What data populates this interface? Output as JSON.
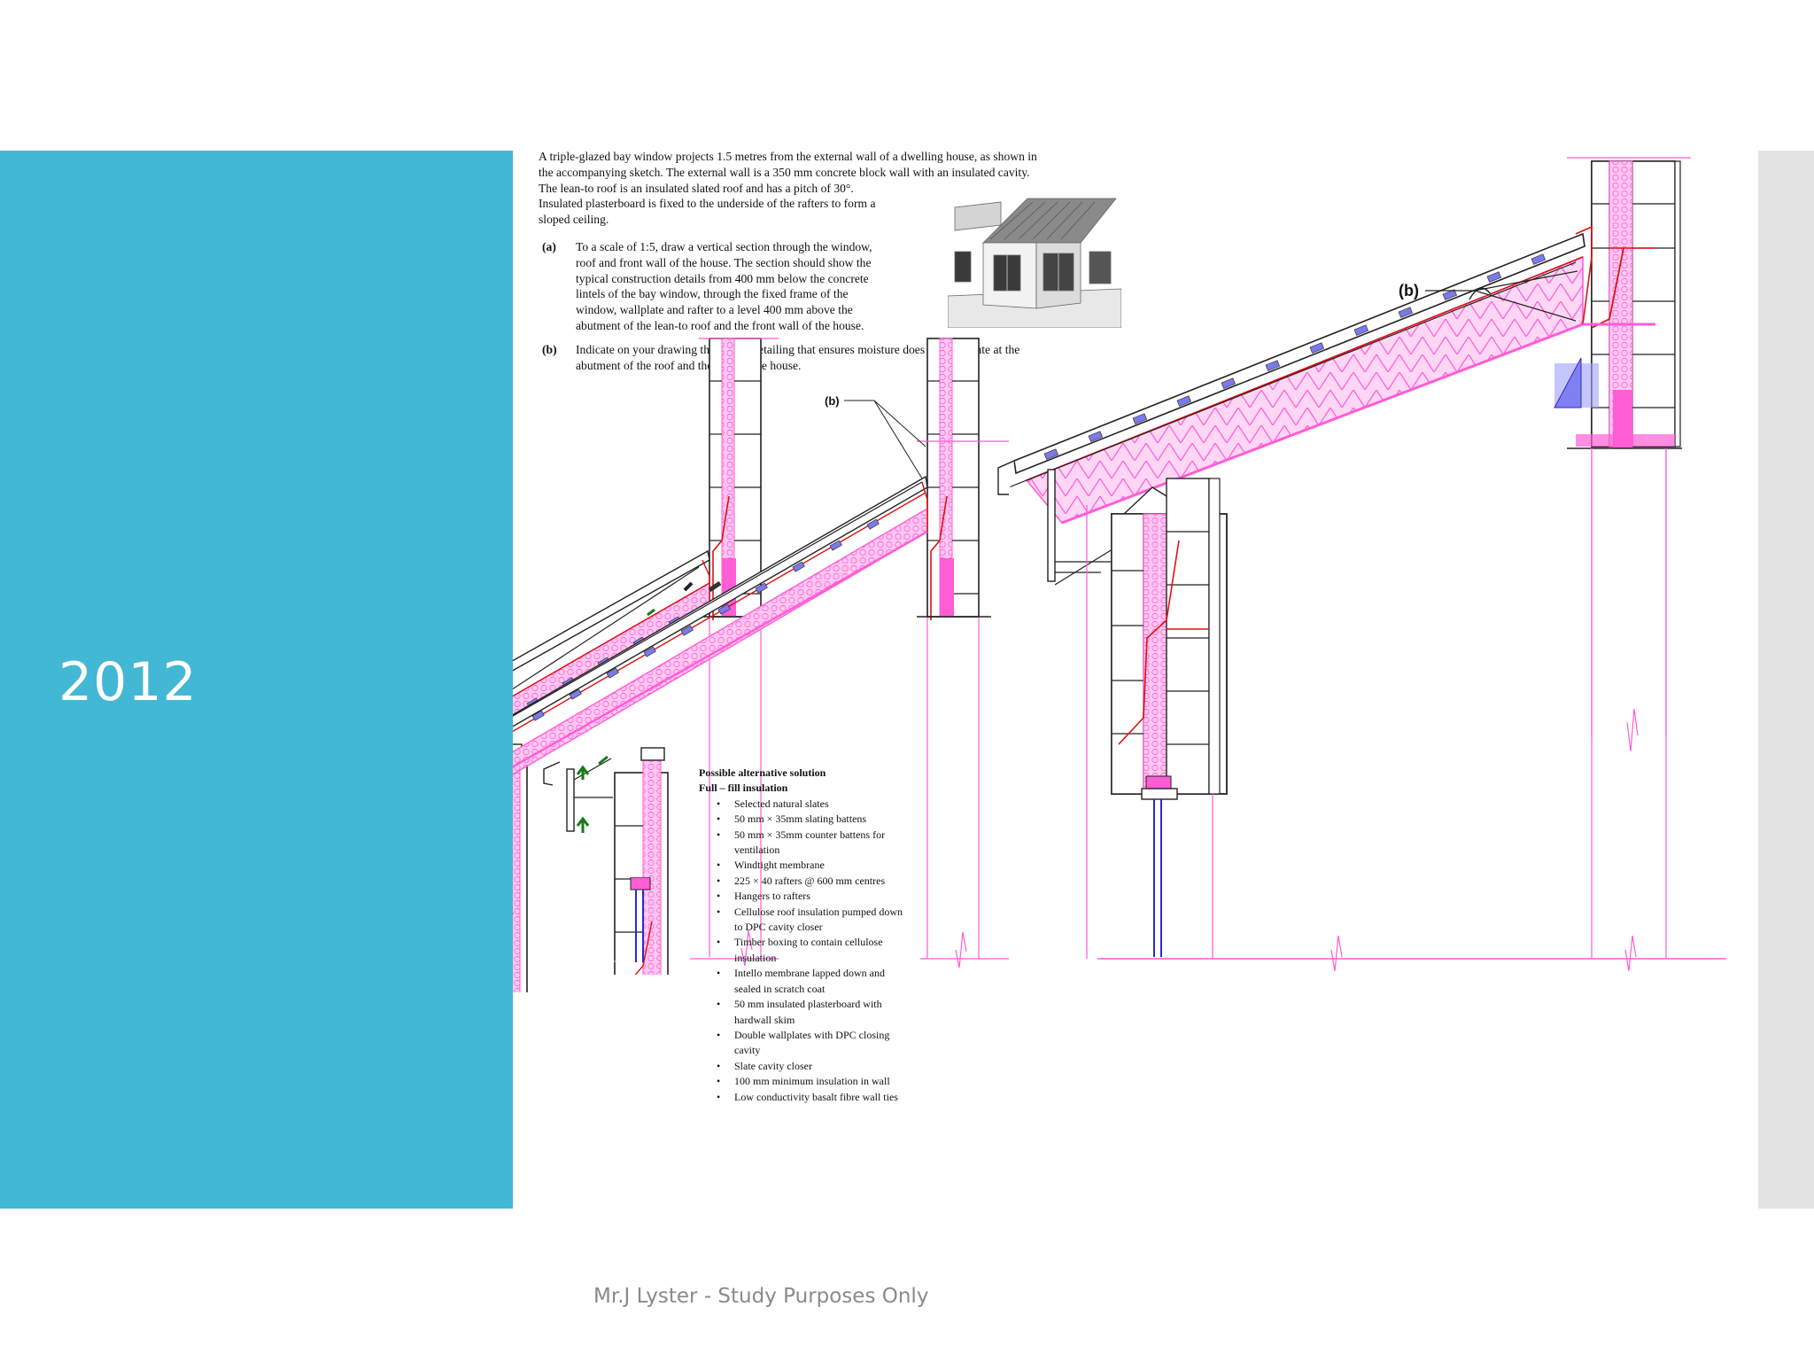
{
  "slide": {
    "year": "2012",
    "footer": "Mr.J Lyster - Study Purposes Only"
  },
  "question": {
    "intro": [
      "A triple-glazed bay window projects 1.5 metres from the external wall of a dwelling house, as shown in",
      "the accompanying sketch.  The external wall is a 350 mm concrete block wall with an insulated cavity.",
      "The lean-to roof is an insulated slated roof and has a pitch of 30°.",
      "Insulated plasterboard is fixed to the underside of the rafters to form a",
      "sloped ceiling."
    ],
    "part_a": {
      "label": "(a)",
      "lines": [
        "To a scale of 1:5, draw a vertical section through the window,",
        "roof and front wall of the house. The section should show the",
        "typical construction details from 400 mm below the concrete",
        "lintels of the bay window, through the fixed frame of the",
        "window, wallplate and rafter to a level 400 mm above the",
        "abutment of the lean-to roof and the front wall of the house."
      ]
    },
    "part_b": {
      "label": "(b)",
      "lines": [
        "Indicate on your drawing the design detailing that ensures moisture does not penetrate at the",
        "abutment of the roof and the wall of the house."
      ]
    }
  },
  "alternative": {
    "title": "Possible alternative solution",
    "subtitle": "Full – fill insulation",
    "items": [
      "Selected natural slates",
      "50 mm × 35mm slating battens",
      "50 mm × 35mm counter battens for ventilation",
      "Windtight membrane",
      "225 × 40 rafters @ 600 mm centres",
      "Hangers to rafters",
      "Cellulose roof insulation pumped down to DPC cavity closer",
      "Timber boxing to contain cellulose insulation",
      "Intello membrane lapped down and sealed in scratch coat",
      "50 mm insulated plasterboard with hardwall skim",
      "Double wallplates with DPC closing cavity",
      "Slate cavity closer",
      "100 mm minimum insulation in wall",
      "Low conductivity basalt fibre wall ties"
    ]
  },
  "drawing": {
    "label_small": "(b)",
    "label_large": "(b)",
    "colors": {
      "insulation": "#ff5cd6",
      "insulation_fill": "#ffc8f0",
      "dpc": "#e01010",
      "lines": "#222222",
      "frame": "#2a2ad0",
      "arrow": "#1a7a1a"
    }
  }
}
